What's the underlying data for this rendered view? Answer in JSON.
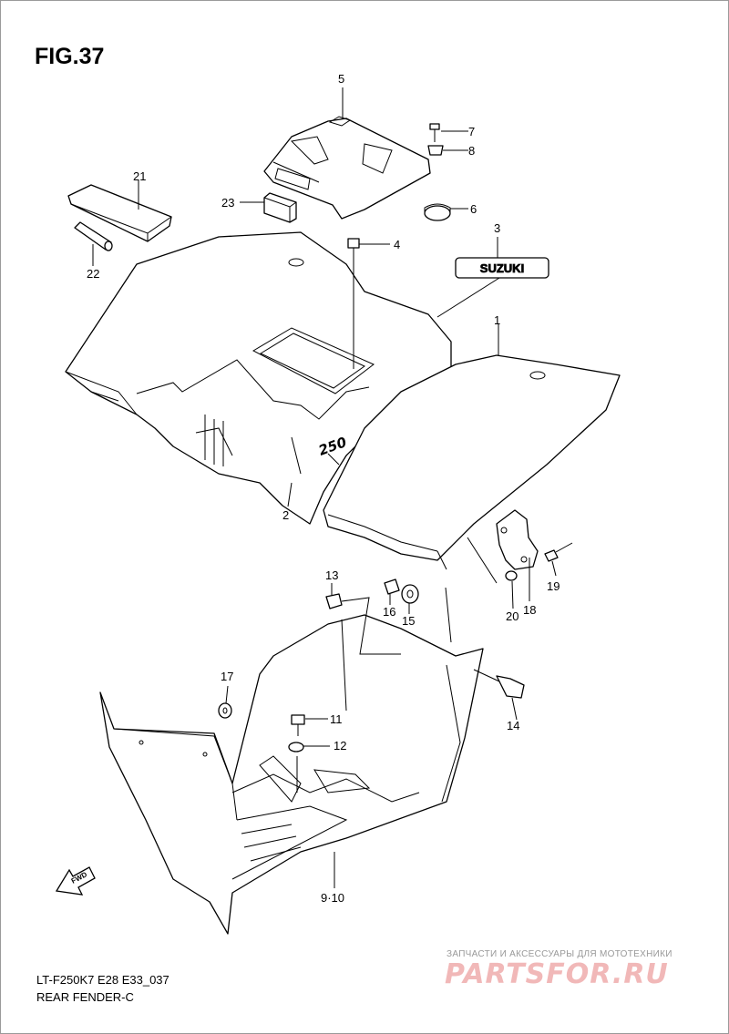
{
  "figure": {
    "title": "FIG.37"
  },
  "emblem": {
    "text": "SUZUKI"
  },
  "fender_marking": {
    "text": "250"
  },
  "fwd_arrow": {
    "text": "FWD"
  },
  "callouts": [
    {
      "id": "c1",
      "label": "1"
    },
    {
      "id": "c2",
      "label": "2"
    },
    {
      "id": "c3",
      "label": "3"
    },
    {
      "id": "c4",
      "label": "4"
    },
    {
      "id": "c5",
      "label": "5"
    },
    {
      "id": "c6",
      "label": "6"
    },
    {
      "id": "c7",
      "label": "7"
    },
    {
      "id": "c8",
      "label": "8"
    },
    {
      "id": "c9",
      "label": "9·10"
    },
    {
      "id": "c11",
      "label": "11"
    },
    {
      "id": "c12",
      "label": "12"
    },
    {
      "id": "c13",
      "label": "13"
    },
    {
      "id": "c14",
      "label": "14"
    },
    {
      "id": "c15",
      "label": "15"
    },
    {
      "id": "c16",
      "label": "16"
    },
    {
      "id": "c17",
      "label": "17"
    },
    {
      "id": "c18",
      "label": "18"
    },
    {
      "id": "c19",
      "label": "19"
    },
    {
      "id": "c20",
      "label": "20"
    },
    {
      "id": "c21",
      "label": "21"
    },
    {
      "id": "c22",
      "label": "22"
    },
    {
      "id": "c23",
      "label": "23"
    }
  ],
  "footer": {
    "model_code": "LT-F250K7 E28 E33_037",
    "part_name": "REAR FENDER-C"
  },
  "watermark": {
    "tagline": "ЗАПЧАСТИ И АКСЕССУАРЫ ДЛЯ МОТОТЕХНИКИ",
    "logo": "PARTSFOR.RU"
  }
}
